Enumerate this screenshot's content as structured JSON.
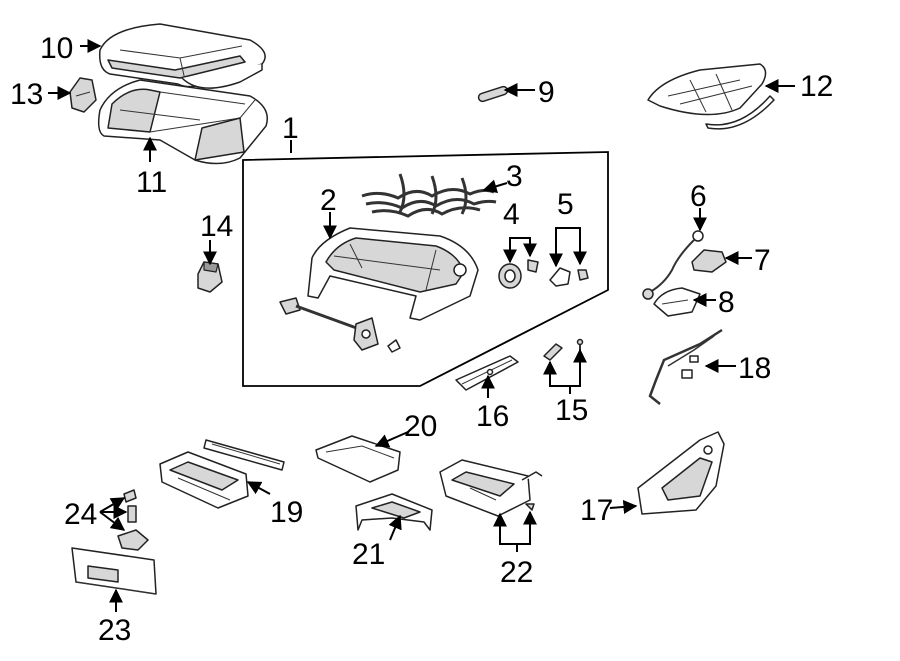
{
  "labels": {
    "c1": "1",
    "c2": "2",
    "c3": "3",
    "c4": "4",
    "c5": "5",
    "c6": "6",
    "c7": "7",
    "c8": "8",
    "c9": "9",
    "c10": "10",
    "c11": "11",
    "c12": "12",
    "c13": "13",
    "c14": "14",
    "c15": "15",
    "c16": "16",
    "c17": "17",
    "c18": "18",
    "c19": "19",
    "c20": "20",
    "c21": "21",
    "c22": "22",
    "c23": "23",
    "c24": "24"
  }
}
